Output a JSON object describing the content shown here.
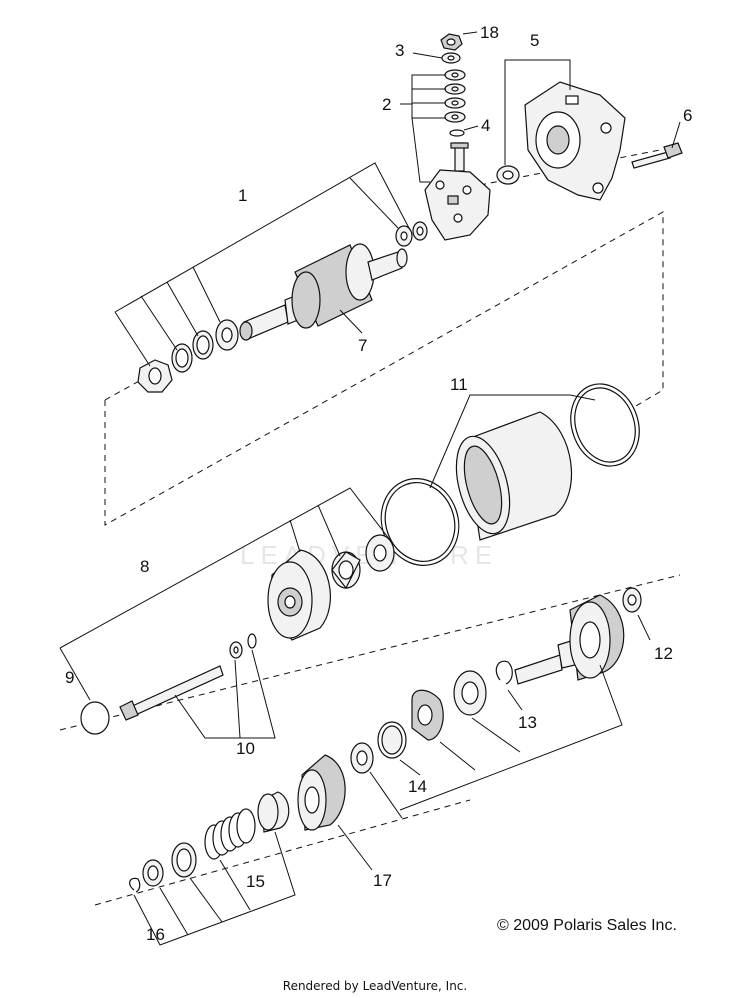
{
  "callouts": [
    "1",
    "2",
    "3",
    "4",
    "5",
    "6",
    "7",
    "8",
    "9",
    "10",
    "11",
    "12",
    "13",
    "14",
    "15",
    "16",
    "17",
    "18"
  ],
  "watermark": "LEADVENTURE",
  "copyright": "© 2009 Polaris Sales Inc.",
  "rendered_by": "Rendered by LeadVenture, Inc."
}
